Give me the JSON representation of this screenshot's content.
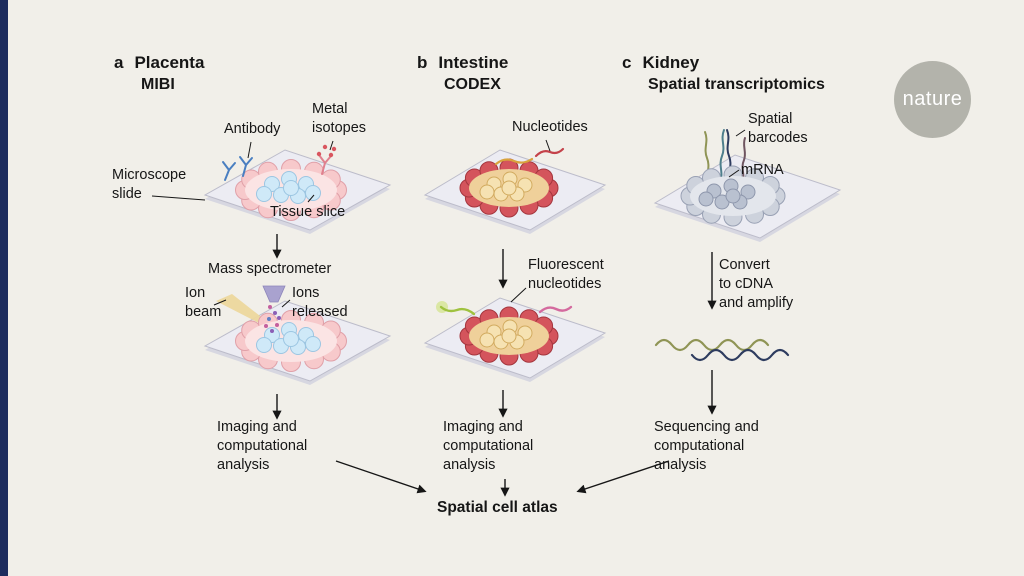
{
  "brand": {
    "logo_text": "nature"
  },
  "panel_a": {
    "letter": "a",
    "title": "Placenta",
    "method": "MIBI",
    "label_antibody": "Antibody",
    "label_metal_isotopes": "Metal\nisotopes",
    "label_microscope_slide": "Microscope\nslide",
    "label_tissue_slice": "Tissue slice",
    "label_mass_spectrometer": "Mass spectrometer",
    "label_ion_beam": "Ion\nbeam",
    "label_ions_released": "Ions\nreleased",
    "label_analysis": "Imaging and\ncomputational\nanalysis"
  },
  "panel_b": {
    "letter": "b",
    "title": "Intestine",
    "method": "CODEX",
    "label_nucleotides": "Nucleotides",
    "label_fluorescent": "Fluorescent\nnucleotides",
    "label_analysis": "Imaging and\ncomputational\nanalysis"
  },
  "panel_c": {
    "letter": "c",
    "title": "Kidney",
    "method": "Spatial transcriptomics",
    "label_spatial_barcodes": "Spatial\nbarcodes",
    "label_mrna": "mRNA",
    "label_convert": "Convert\nto cDNA\nand amplify",
    "label_analysis": "Sequencing and\ncomputational\nanalysis"
  },
  "footer": {
    "atlas": "Spatial cell atlas"
  },
  "colors": {
    "background": "#f1efe9",
    "accent_bar": "#1d2c5e",
    "logo_circle": "#b3b3ab",
    "text": "#161616",
    "placenta_tissue": "#f7c9cb",
    "placenta_cells": "#cfe9f8",
    "intestine_tissue": "#d4545c",
    "intestine_cells": "#f6e2b2",
    "kidney_tissue": "#cdd2dc",
    "ion_beam": "#ecd79d",
    "fluorescent_green": "#9fc23f",
    "fluorescent_pink": "#d46a9e",
    "cdna_olive": "#8f9455",
    "cdna_navy": "#2e3c5f"
  }
}
